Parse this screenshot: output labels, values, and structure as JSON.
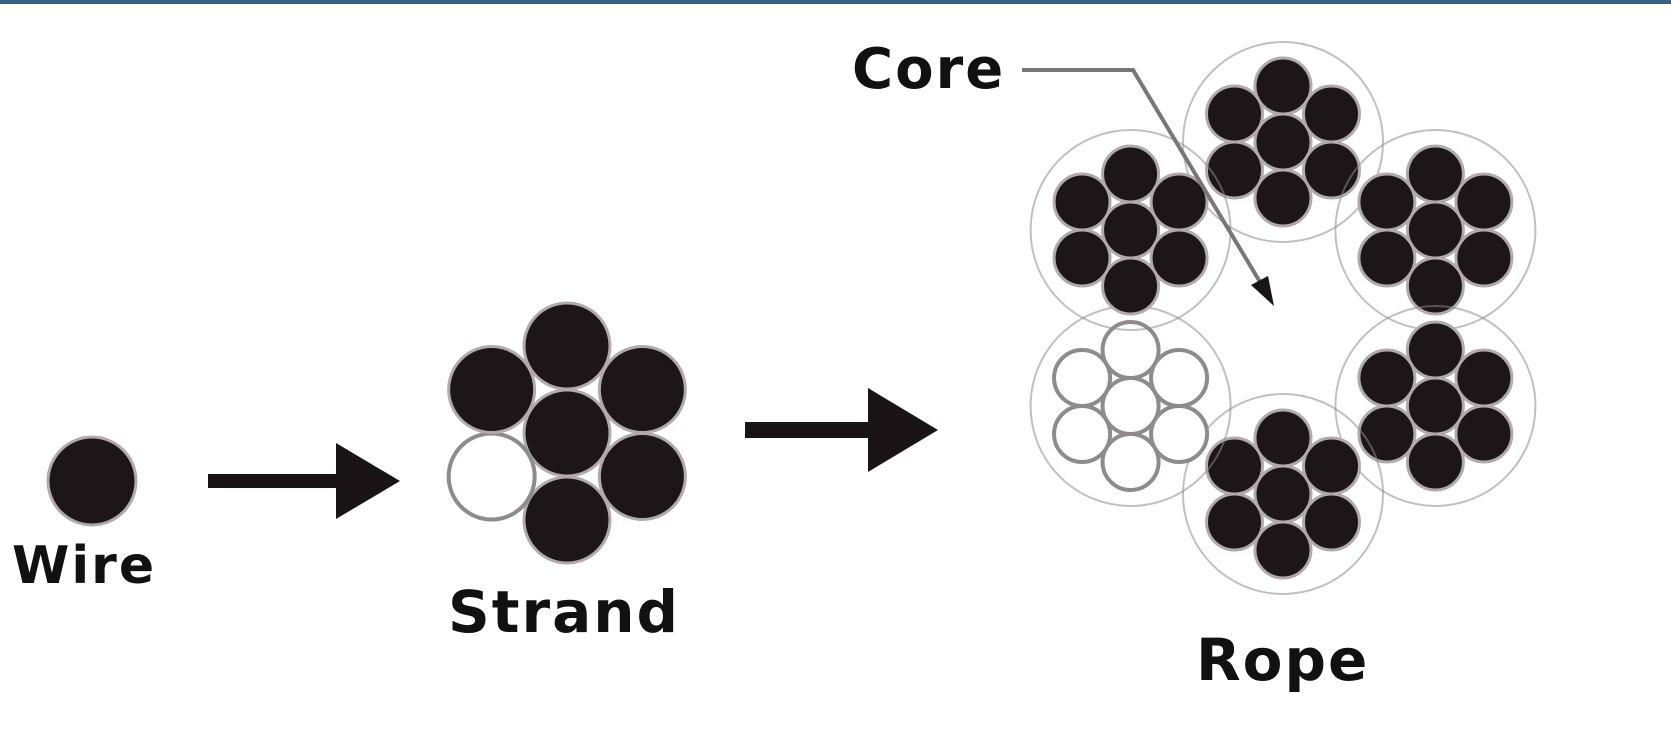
{
  "colors": {
    "top_border": "#3a5f86",
    "wire_fill": "#1c1619",
    "wire_stroke": "#b3a9ad",
    "empty_stroke": "#8f8a8c",
    "arrow": "#1a1416",
    "leader": "#7a7577"
  },
  "labels": {
    "wire": "Wire",
    "strand": "Strand",
    "core": "Core",
    "rope": "Rope"
  },
  "rope": {
    "strands": [
      {
        "position": "top",
        "filled": true
      },
      {
        "position": "upper-right",
        "filled": true
      },
      {
        "position": "lower-right",
        "filled": true
      },
      {
        "position": "bottom",
        "filled": true
      },
      {
        "position": "lower-left",
        "filled": false
      },
      {
        "position": "upper-left",
        "filled": true
      }
    ]
  }
}
